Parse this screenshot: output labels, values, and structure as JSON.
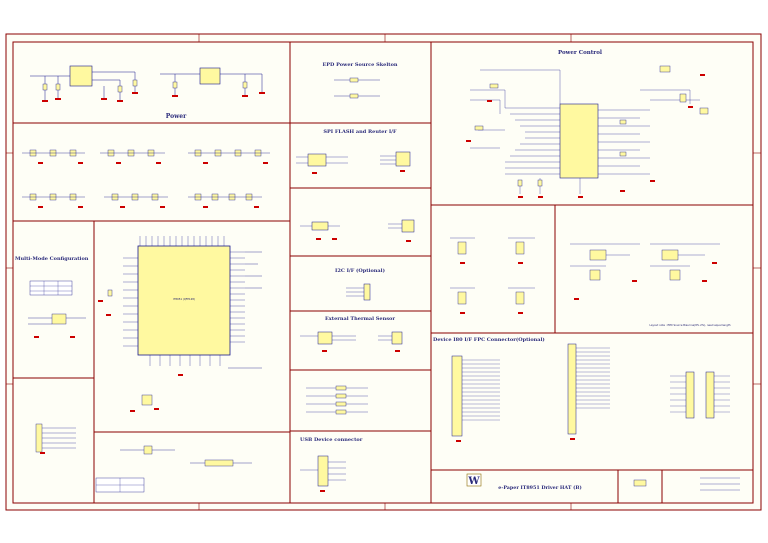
{
  "sections": {
    "power": "Power",
    "epd_power": "EPD Power Source Skelton",
    "spi_flash": "SPI FLASH and Reuter I/F",
    "power_control": "Power Control",
    "multi_mode": "Multi-Mode Configuration",
    "i2c": "I2C I/F (Optional)",
    "thermal": "External Thermal Sensor",
    "fpc": "Device I80 I/F FPC Connector(Optional)",
    "usb": "USB Device connector"
  },
  "title_block": {
    "logo": "W",
    "name": "e-Paper IT8951 Driver HAT (B)"
  },
  "notes": {
    "layout_note": "Layout note : EPD Source Bias line(8% 2%), need equal length",
    "mcu_label": "IT8951 (QFP128)"
  },
  "colors": {
    "border": "#8b0000",
    "component_fill": "#fff9a0",
    "wire": "#1a1a8c",
    "text": "#2a2a7a",
    "ground": "#cc0000",
    "paper": "#fefef6"
  }
}
